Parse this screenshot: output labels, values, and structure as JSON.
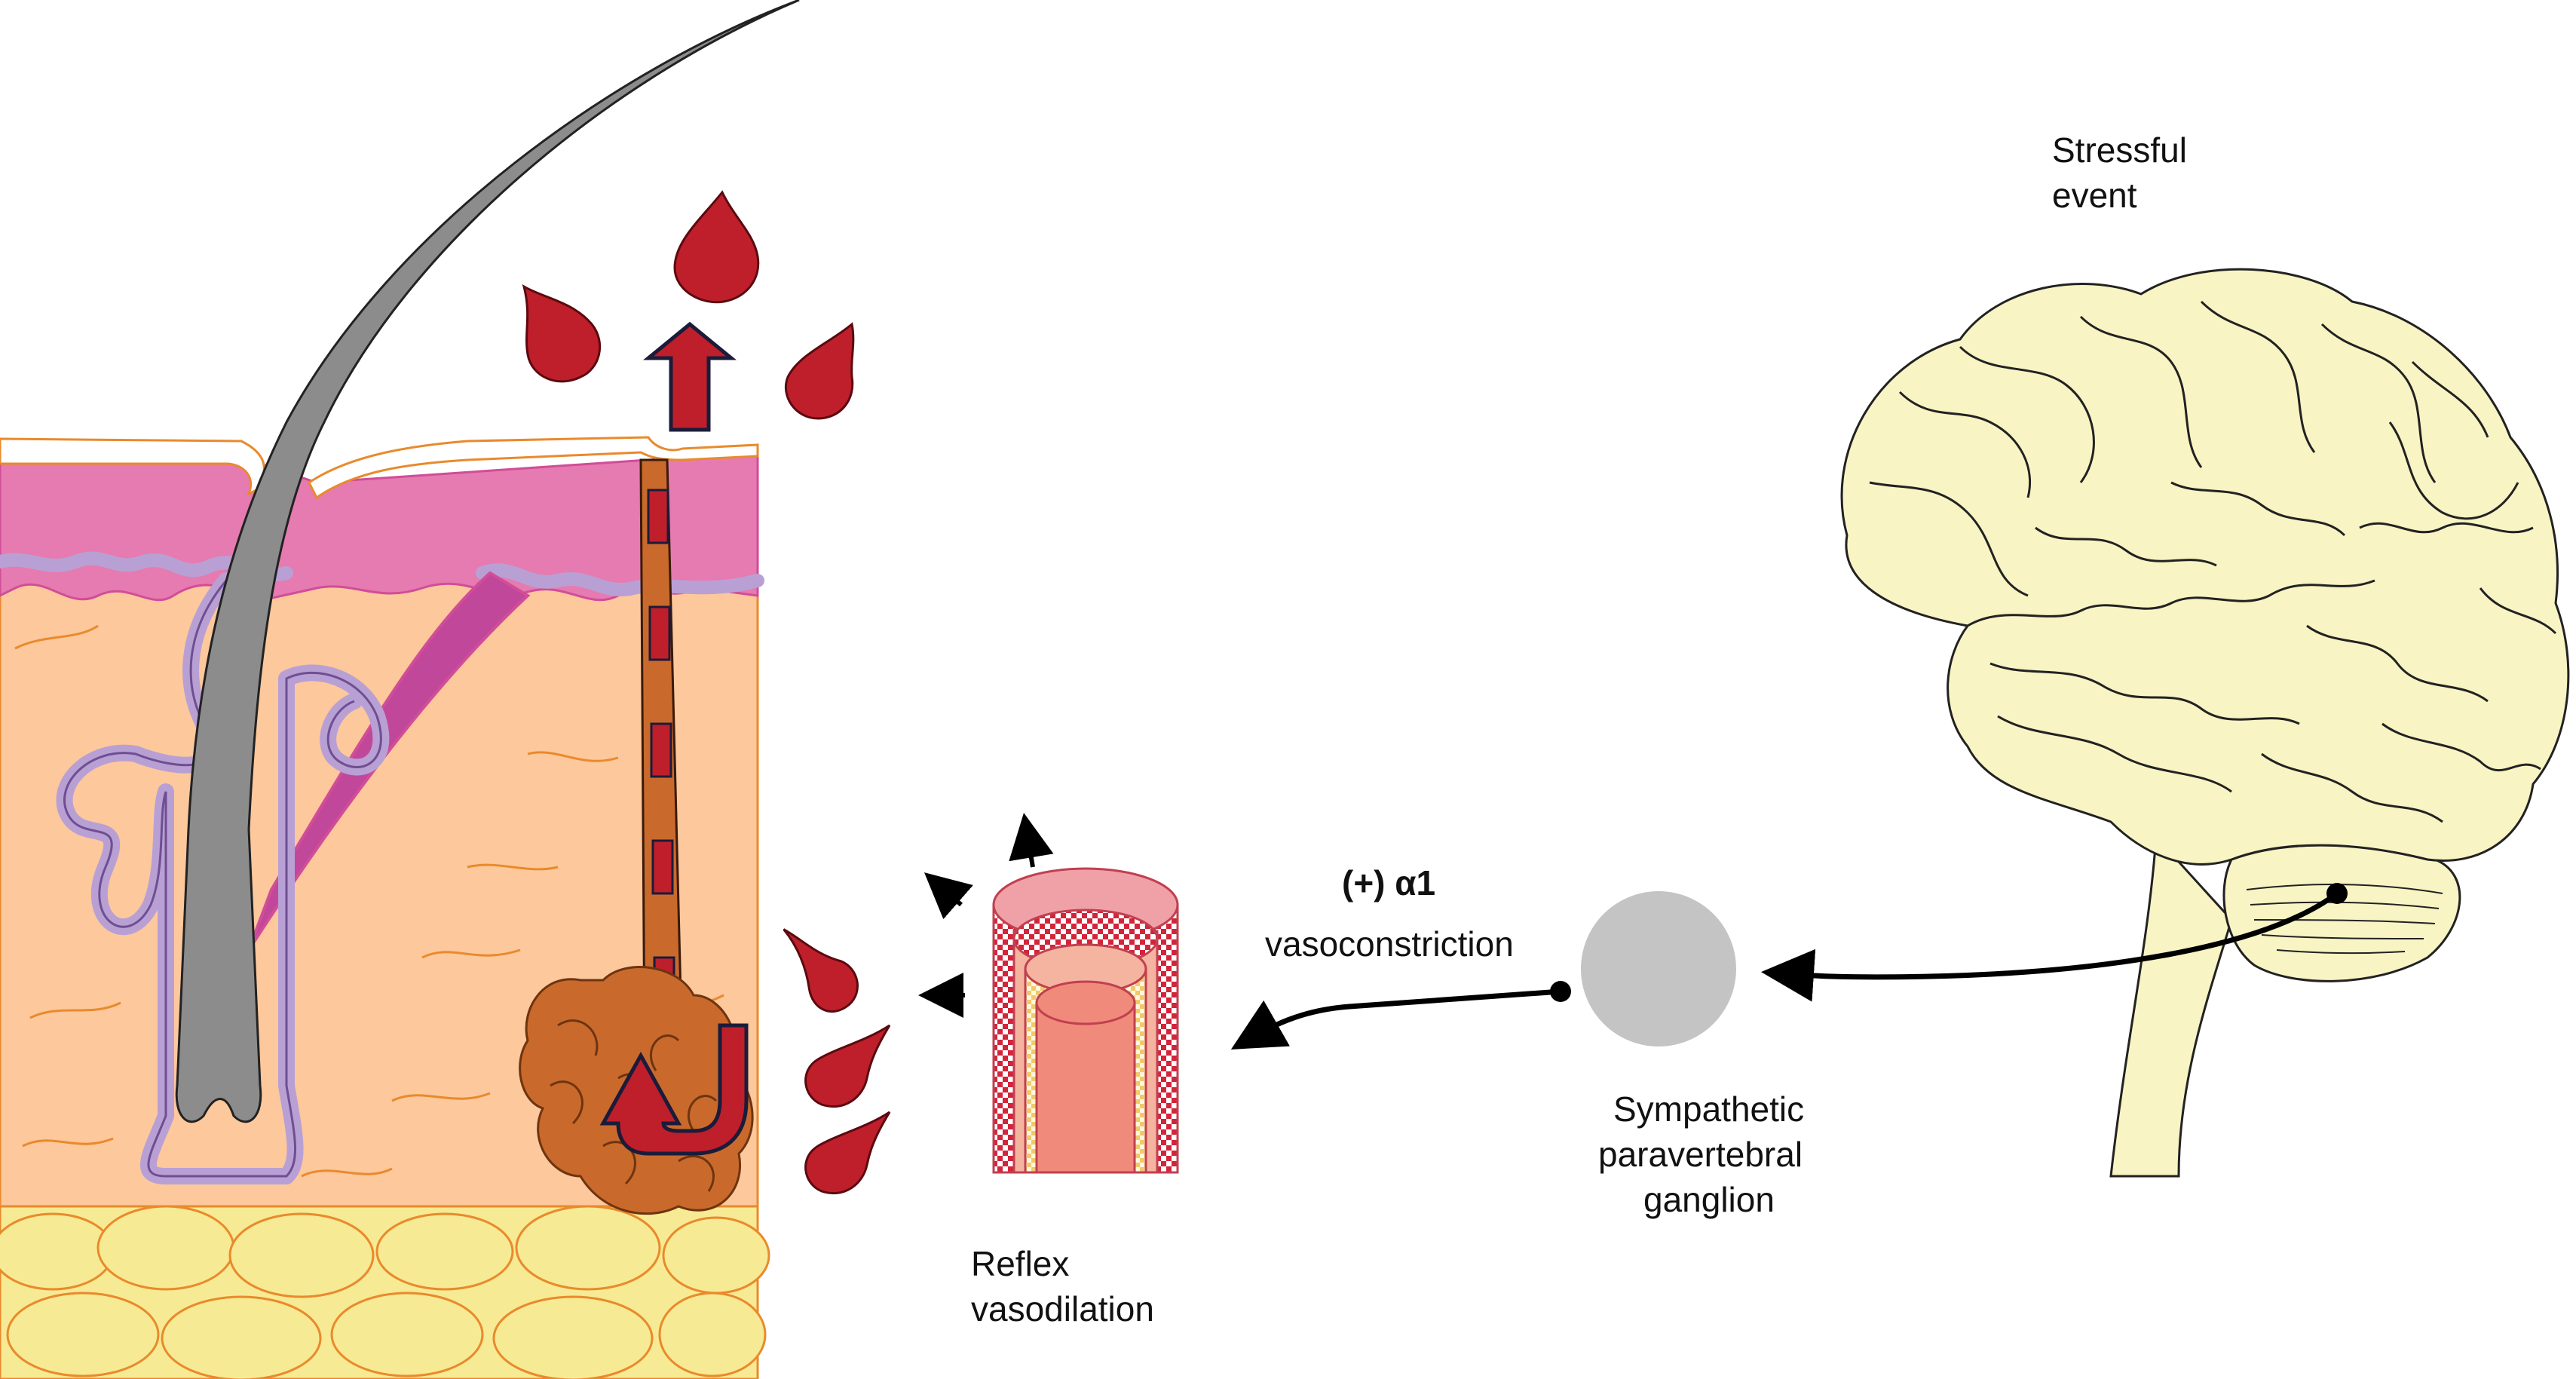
{
  "labels": {
    "stress_line1": "Stressful",
    "stress_line2": "event",
    "alpha": "(+) α1",
    "vasoconstriction": "vasoconstriction",
    "ganglion_line1": "Sympathetic",
    "ganglion_line2": "paravertebral",
    "ganglion_line3": "ganglion",
    "reflex_line1": "Reflex",
    "reflex_line2": "vasodilation"
  },
  "colors": {
    "epidermis": "#e57bb0",
    "dermis": "#fcc89c",
    "fat": "#f7ea94",
    "hair": "#8c8c8c",
    "follicle": "#b9a0d4",
    "gland": "#c96a2c",
    "sweat_drop": "#bf1f2a",
    "brain": "#f8f4c4",
    "ganglion": "#c4c4c4",
    "vessel": "#f08a7a"
  }
}
